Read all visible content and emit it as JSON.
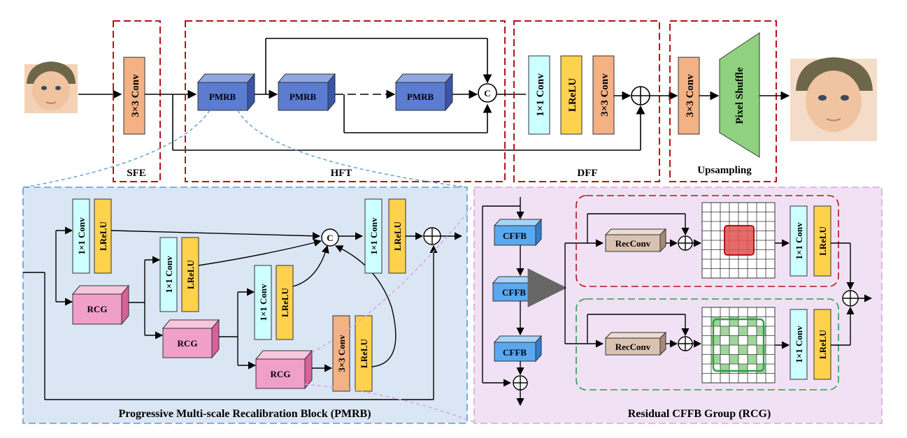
{
  "sections": {
    "sfe": "SFE",
    "hft": "HFT",
    "dff": "DFF",
    "upsampling": "Upsampling",
    "pmrb_caption": "Progressive Multi-scale Recalibration Block (PMRB)",
    "rcg_caption": "Residual CFFB Group (RCG)"
  },
  "blocks": {
    "conv3": "3×3 Conv",
    "conv1": "1×1 Conv",
    "lrelu": "LReLU",
    "pmrb": "PMRB",
    "pixel_shuffle": "Pixel Shuffle",
    "rcg": "RCG",
    "cffb": "CFFB",
    "recconv": "RecConv",
    "concat": "C"
  },
  "colors": {
    "red_box": "#b5121b",
    "blue_box": "#5b9bd5",
    "pink_box": "#e2a0e0",
    "green_box": "#2e9e47",
    "orange": "#f4b183",
    "cyan": "#ccffff",
    "yellow": "#ffd24d",
    "pmrb_blue": "#4f6fbf",
    "rcg_pink": "#f0a0c8",
    "cffb_blue": "#5aa8f0",
    "recconv_tan": "#d9c2b0",
    "pixel_shuffle_green": "#8fd17f",
    "pmrb_bg": "#dbe6f4",
    "rcg_bg": "#f0e2f4"
  }
}
